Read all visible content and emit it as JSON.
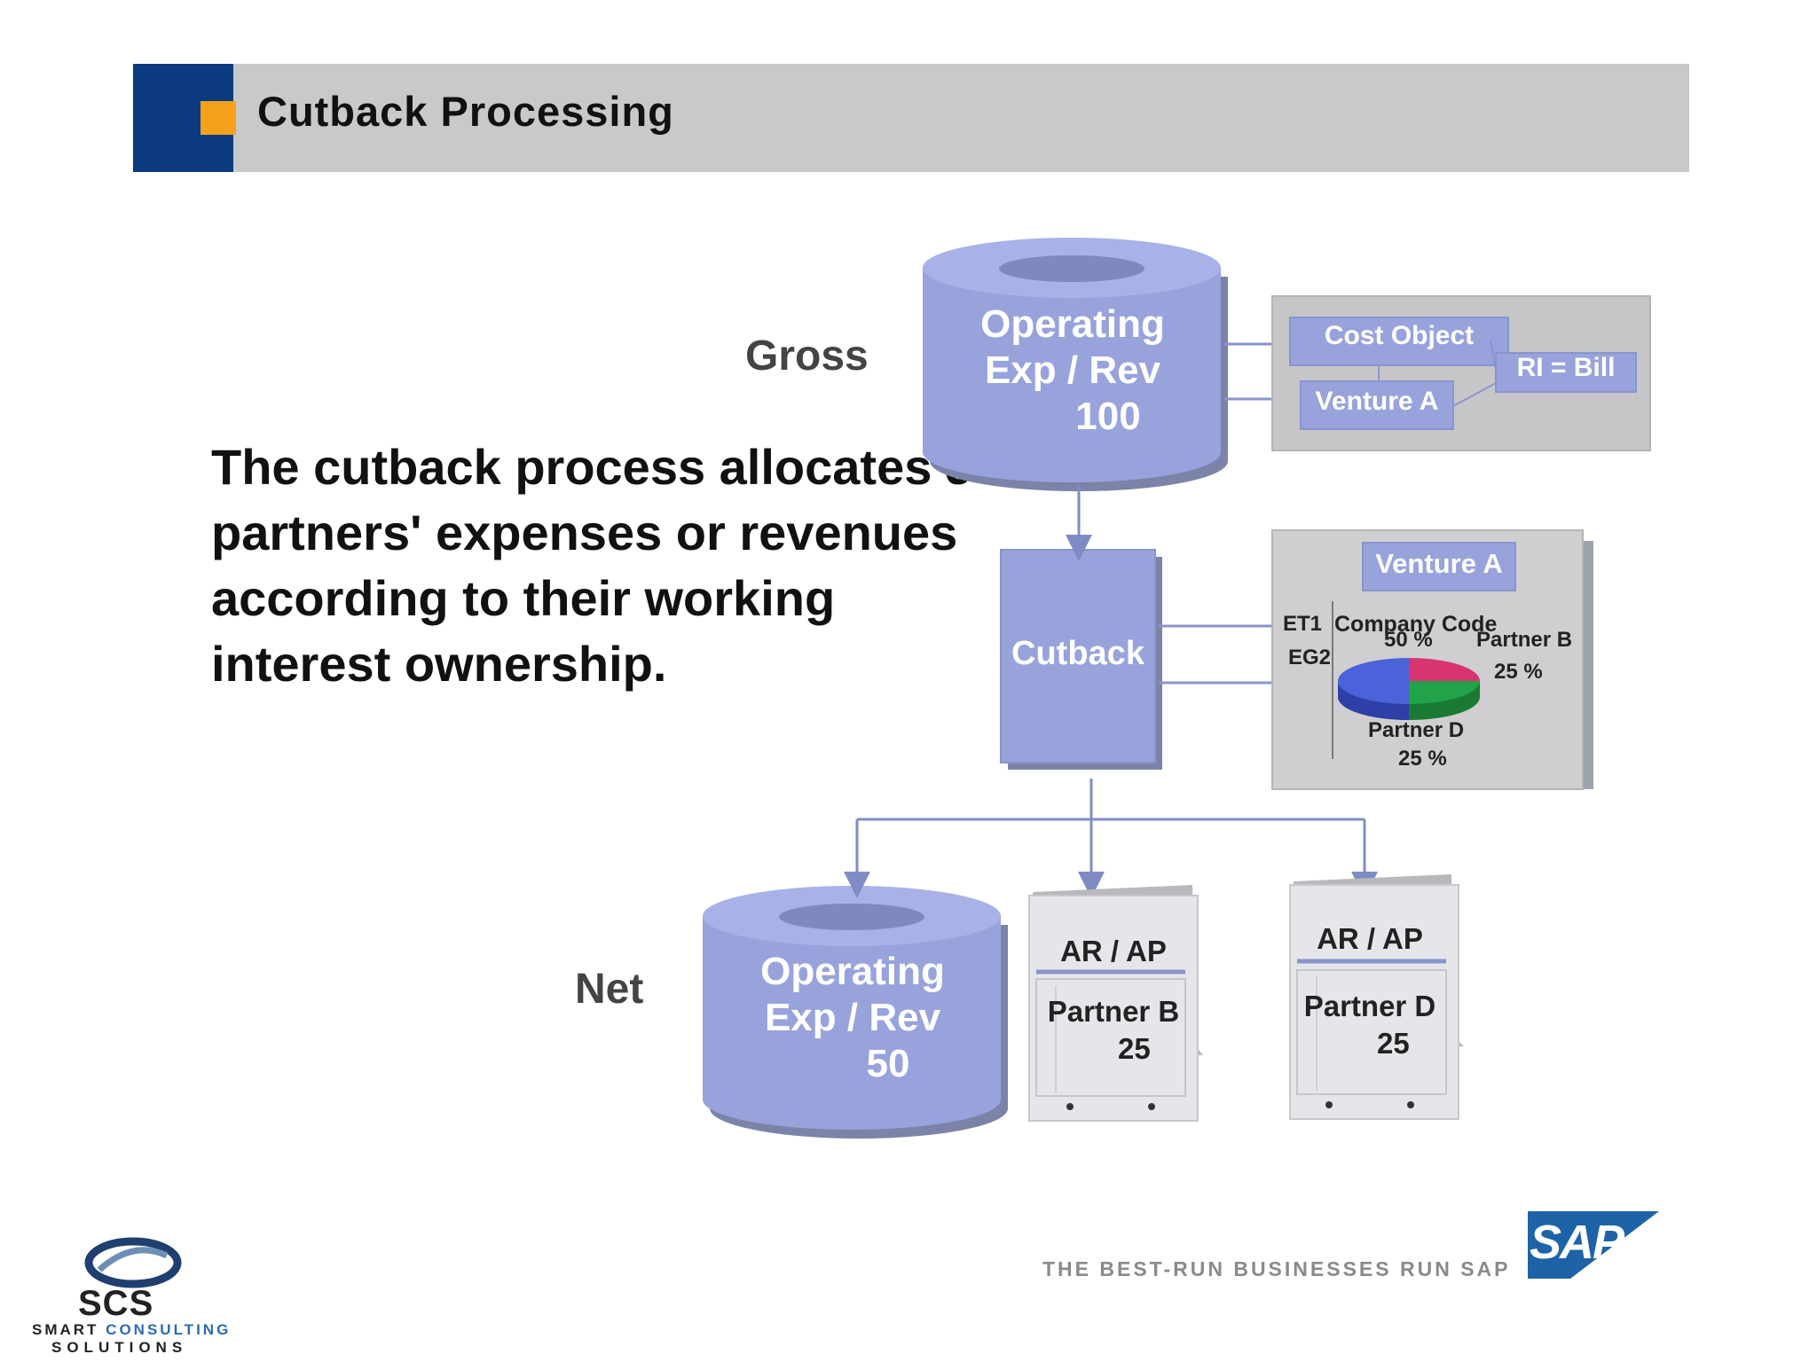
{
  "title": "Cutback Processing",
  "description": "The cutback process allocates JV partners' expenses or revenues according to their working interest ownership.",
  "labels": {
    "gross": "Gross",
    "net": "Net"
  },
  "gross_store": {
    "line1": "Operating",
    "line2": "Exp / Rev",
    "value": "100"
  },
  "net_store": {
    "line1": "Operating",
    "line2": "Exp / Rev",
    "value": "50"
  },
  "cutback": "Cutback",
  "cost_object_panel": {
    "cost_object": "Cost Object",
    "ri": "RI = Bill",
    "venture": "Venture A"
  },
  "venture_panel": {
    "venture": "Venture A",
    "et1": "ET1",
    "eg2": "EG2",
    "company_code": "Company Code",
    "company_pct": "50 %",
    "partner_b": "Partner B",
    "partner_b_pct": "25 %",
    "partner_d": "Partner D",
    "partner_d_pct": "25 %",
    "pie_colors": [
      "#4a63d8",
      "#d8346f",
      "#21a34a"
    ]
  },
  "invoices": [
    {
      "type": "AR / AP",
      "partner": "Partner B",
      "amount": "25"
    },
    {
      "type": "AR / AP",
      "partner": "Partner D",
      "amount": "25"
    }
  ],
  "footer": {
    "tagline": "THE BEST-RUN BUSINESSES RUN SAP",
    "sap": "SAP",
    "scs": "SCS",
    "smart": "SMART ",
    "consulting": "CONSULTING",
    "solutions": "SOLUTIONS"
  }
}
